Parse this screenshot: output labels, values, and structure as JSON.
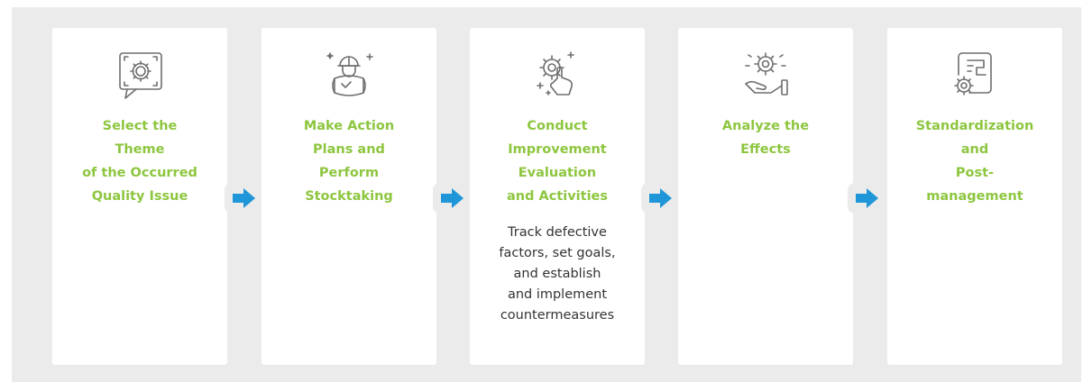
{
  "colors": {
    "background": "#ebebeb",
    "card": "#ffffff",
    "title": "#8dc63f",
    "text": "#333333",
    "arrow": "#1e96d7",
    "icon": "#6e6e6e"
  },
  "steps": [
    {
      "icon": "gear-speech-bubble-icon",
      "title": "Select the\nTheme\nof the Occurred\nQuality Issue",
      "description": ""
    },
    {
      "icon": "worker-with-blueprint-icon",
      "title": "Make Action\nPlans and\nPerform\nStocktaking",
      "description": ""
    },
    {
      "icon": "gear-hand-touch-icon",
      "title": "Conduct\nImprovement\nEvaluation\nand Activities",
      "description": "Track defective\nfactors, set goals,\nand establish\nand implement\ncountermeasures"
    },
    {
      "icon": "gear-in-hand-icon",
      "title": "Analyze the\nEffects",
      "description": ""
    },
    {
      "icon": "gears-document-icon",
      "title": "Standardization\nand\nPost-\nmanagement",
      "description": ""
    }
  ],
  "arrows": [
    "arrow-right-icon",
    "arrow-right-icon",
    "arrow-right-icon",
    "arrow-right-icon"
  ]
}
